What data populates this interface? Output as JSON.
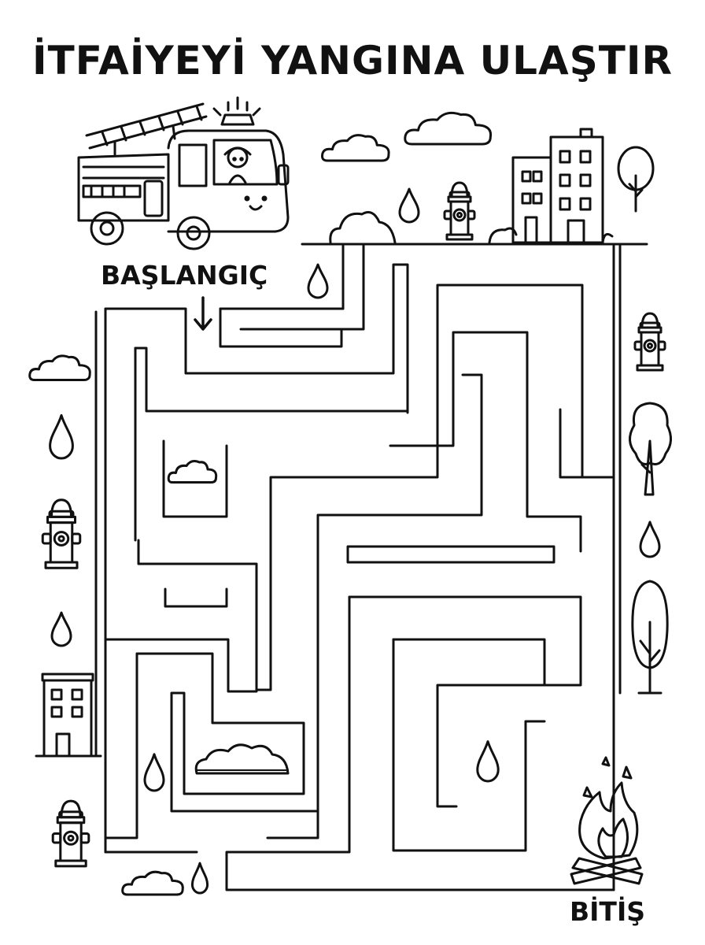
{
  "title": "İTFAİYEYİ YANGINA ULAŞTIR",
  "start_label": "BAŞLANGIÇ",
  "finish_label": "BİTİŞ",
  "colors": {
    "ink": "#111111",
    "paper": "#ffffff"
  }
}
